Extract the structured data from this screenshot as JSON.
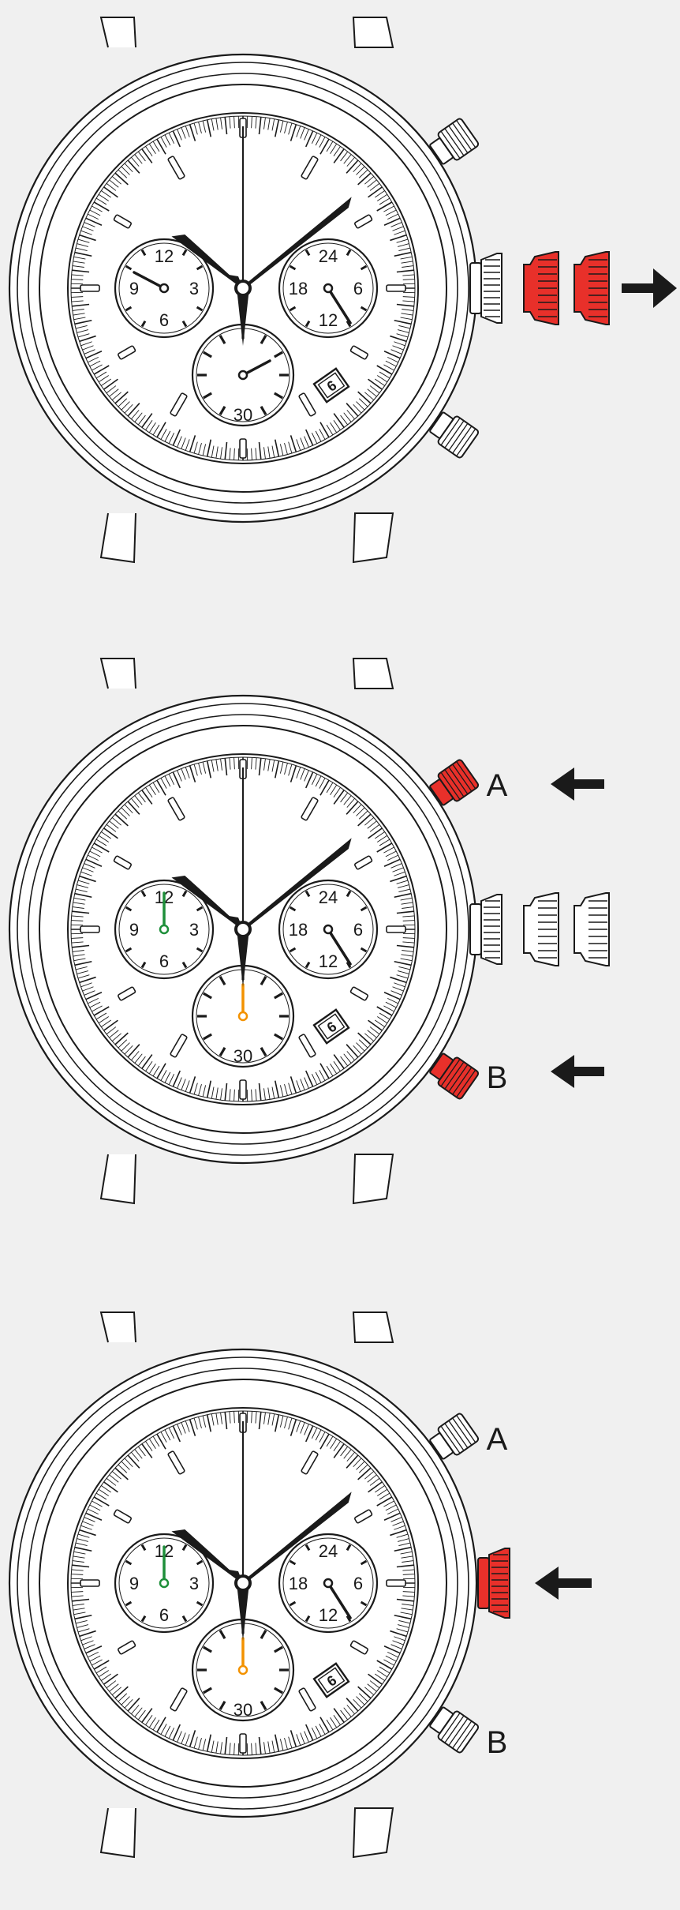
{
  "colors": {
    "background": "#f0f0f0",
    "active_red": "#e8302a",
    "chrono_minute_green": "#1e8f3a",
    "chrono_hour_orange": "#f39200",
    "outline": "#1a1a1a",
    "dial": "#ffffff"
  },
  "subdial_labels": {
    "left": [
      "12",
      "3",
      "6",
      "9"
    ],
    "right": [
      "24",
      "6",
      "12",
      "18"
    ],
    "bottom": [
      "30"
    ]
  },
  "steps": [
    {
      "id": "step-1",
      "crown_position": "pulled-out",
      "crown_highlight": true,
      "pusher_a_highlight": false,
      "pusher_b_highlight": false,
      "pusher_labels": {
        "a": "",
        "b": ""
      },
      "arrows": [
        "crown-pull-right"
      ],
      "chrono_hands_colored": false
    },
    {
      "id": "step-2",
      "crown_position": "pulled-out",
      "crown_highlight": false,
      "pusher_a_highlight": true,
      "pusher_b_highlight": true,
      "pusher_labels": {
        "a": "A",
        "b": "B"
      },
      "arrows": [
        "pusher-a-press",
        "pusher-b-press"
      ],
      "chrono_hands_colored": true
    },
    {
      "id": "step-3",
      "crown_position": "pushed-in",
      "crown_highlight": true,
      "pusher_a_highlight": false,
      "pusher_b_highlight": false,
      "pusher_labels": {
        "a": "A",
        "b": "B"
      },
      "arrows": [
        "crown-push-left"
      ],
      "chrono_hands_colored": true
    }
  ]
}
